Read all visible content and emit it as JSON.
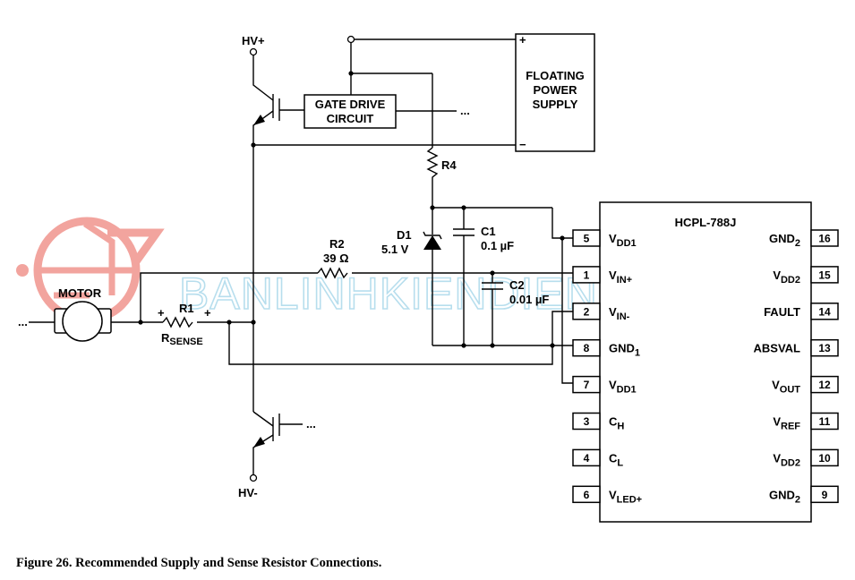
{
  "figure": {
    "caption": "Figure 26. Recommended Supply and Sense Resistor Connections."
  },
  "watermark": {
    "text": "BANLINHKIENDIENTU.VN",
    "color": "#9fd3e8",
    "logo_color": "#e85a50"
  },
  "labels": {
    "hv_plus": "HV+",
    "hv_minus": "HV-",
    "gate_drive_line1": "GATE DRIVE",
    "gate_drive_line2": "CIRCUIT",
    "floating_line1": "FLOATING",
    "floating_line2": "POWER",
    "floating_line3": "SUPPLY",
    "supply_plus": "+",
    "supply_minus": "−",
    "ellipsis": "...",
    "motor": "MOTOR",
    "r4": "R4",
    "d1": "D1",
    "d1_value": "5.1 V",
    "c1": "C1",
    "c1_value": "0.1 µF",
    "c2": "C2",
    "c2_value": "0.01 µF",
    "r2": "R2",
    "r2_value": "39 Ω",
    "r1": "R1",
    "r_sense": "R",
    "r_sense_sub": "SENSE",
    "sense_plus": "+",
    "ic_name": "HCPL-788J"
  },
  "pins_left": [
    {
      "num": "5",
      "name": "V",
      "sub": "DD1"
    },
    {
      "num": "1",
      "name": "V",
      "sub": "IN+"
    },
    {
      "num": "2",
      "name": "V",
      "sub": "IN-"
    },
    {
      "num": "8",
      "name": "GND",
      "sub": "1"
    },
    {
      "num": "7",
      "name": "V",
      "sub": "DD1"
    },
    {
      "num": "3",
      "name": "C",
      "sub": "H"
    },
    {
      "num": "4",
      "name": "C",
      "sub": "L"
    },
    {
      "num": "6",
      "name": "V",
      "sub": "LED+"
    }
  ],
  "pins_right": [
    {
      "num": "16",
      "name": "GND",
      "sub": "2"
    },
    {
      "num": "15",
      "name": "V",
      "sub": "DD2"
    },
    {
      "num": "14",
      "name": "FAULT",
      "sub": ""
    },
    {
      "num": "13",
      "name": "ABSVAL",
      "sub": ""
    },
    {
      "num": "12",
      "name": "V",
      "sub": "OUT"
    },
    {
      "num": "11",
      "name": "V",
      "sub": "REF"
    },
    {
      "num": "10",
      "name": "V",
      "sub": "DD2"
    },
    {
      "num": "9",
      "name": "GND",
      "sub": "2"
    }
  ]
}
